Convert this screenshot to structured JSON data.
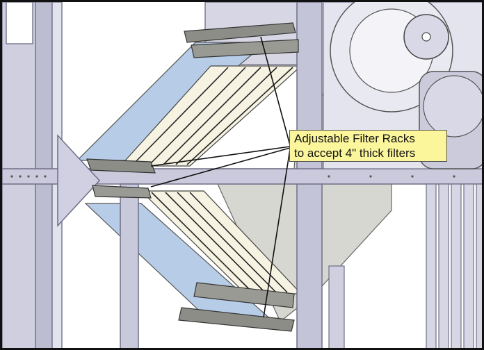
{
  "callout": {
    "line1": "Adjustable Filter Racks",
    "line2": "to accept 4\" thick filters"
  },
  "colors": {
    "frame": "#c8c8dc",
    "frame_edge": "#7a7a90",
    "filter_face": "#f6f3e2",
    "blue_panel": "#b7cce6",
    "grey_panel": "#d7d7d2",
    "rack": "#8d8d88",
    "callout_bg": "#fbf59b",
    "leader": "#111111"
  },
  "icons": [
    "blower-fan",
    "motor",
    "filter-rack",
    "filter-bank"
  ]
}
